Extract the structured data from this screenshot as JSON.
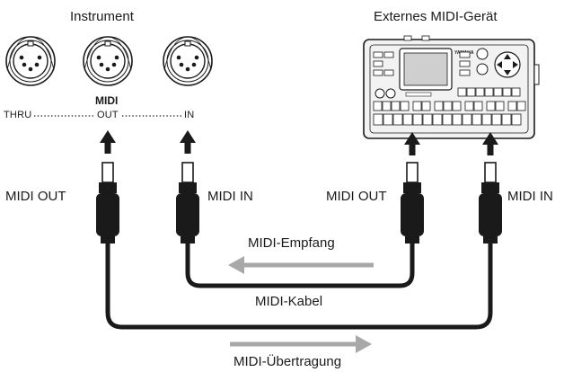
{
  "instrument": {
    "title": "Instrument",
    "midi_label": "MIDI",
    "ports": [
      "THRU",
      "OUT",
      "IN"
    ]
  },
  "external_device": {
    "title": "Externes MIDI-Gerät",
    "brand": "YAMAHA"
  },
  "cables": {
    "left_out": "MIDI OUT",
    "left_in": "MIDI IN",
    "right_out": "MIDI OUT",
    "right_in": "MIDI IN",
    "cable": "MIDI-Kabel"
  },
  "signals": {
    "receive": "MIDI-Empfang",
    "transmit": "MIDI-Übertragung"
  },
  "colors": {
    "line": "#1a1a1a",
    "signal_arrow": "#a8a8a8",
    "device_fill": "#f2f2f2"
  }
}
